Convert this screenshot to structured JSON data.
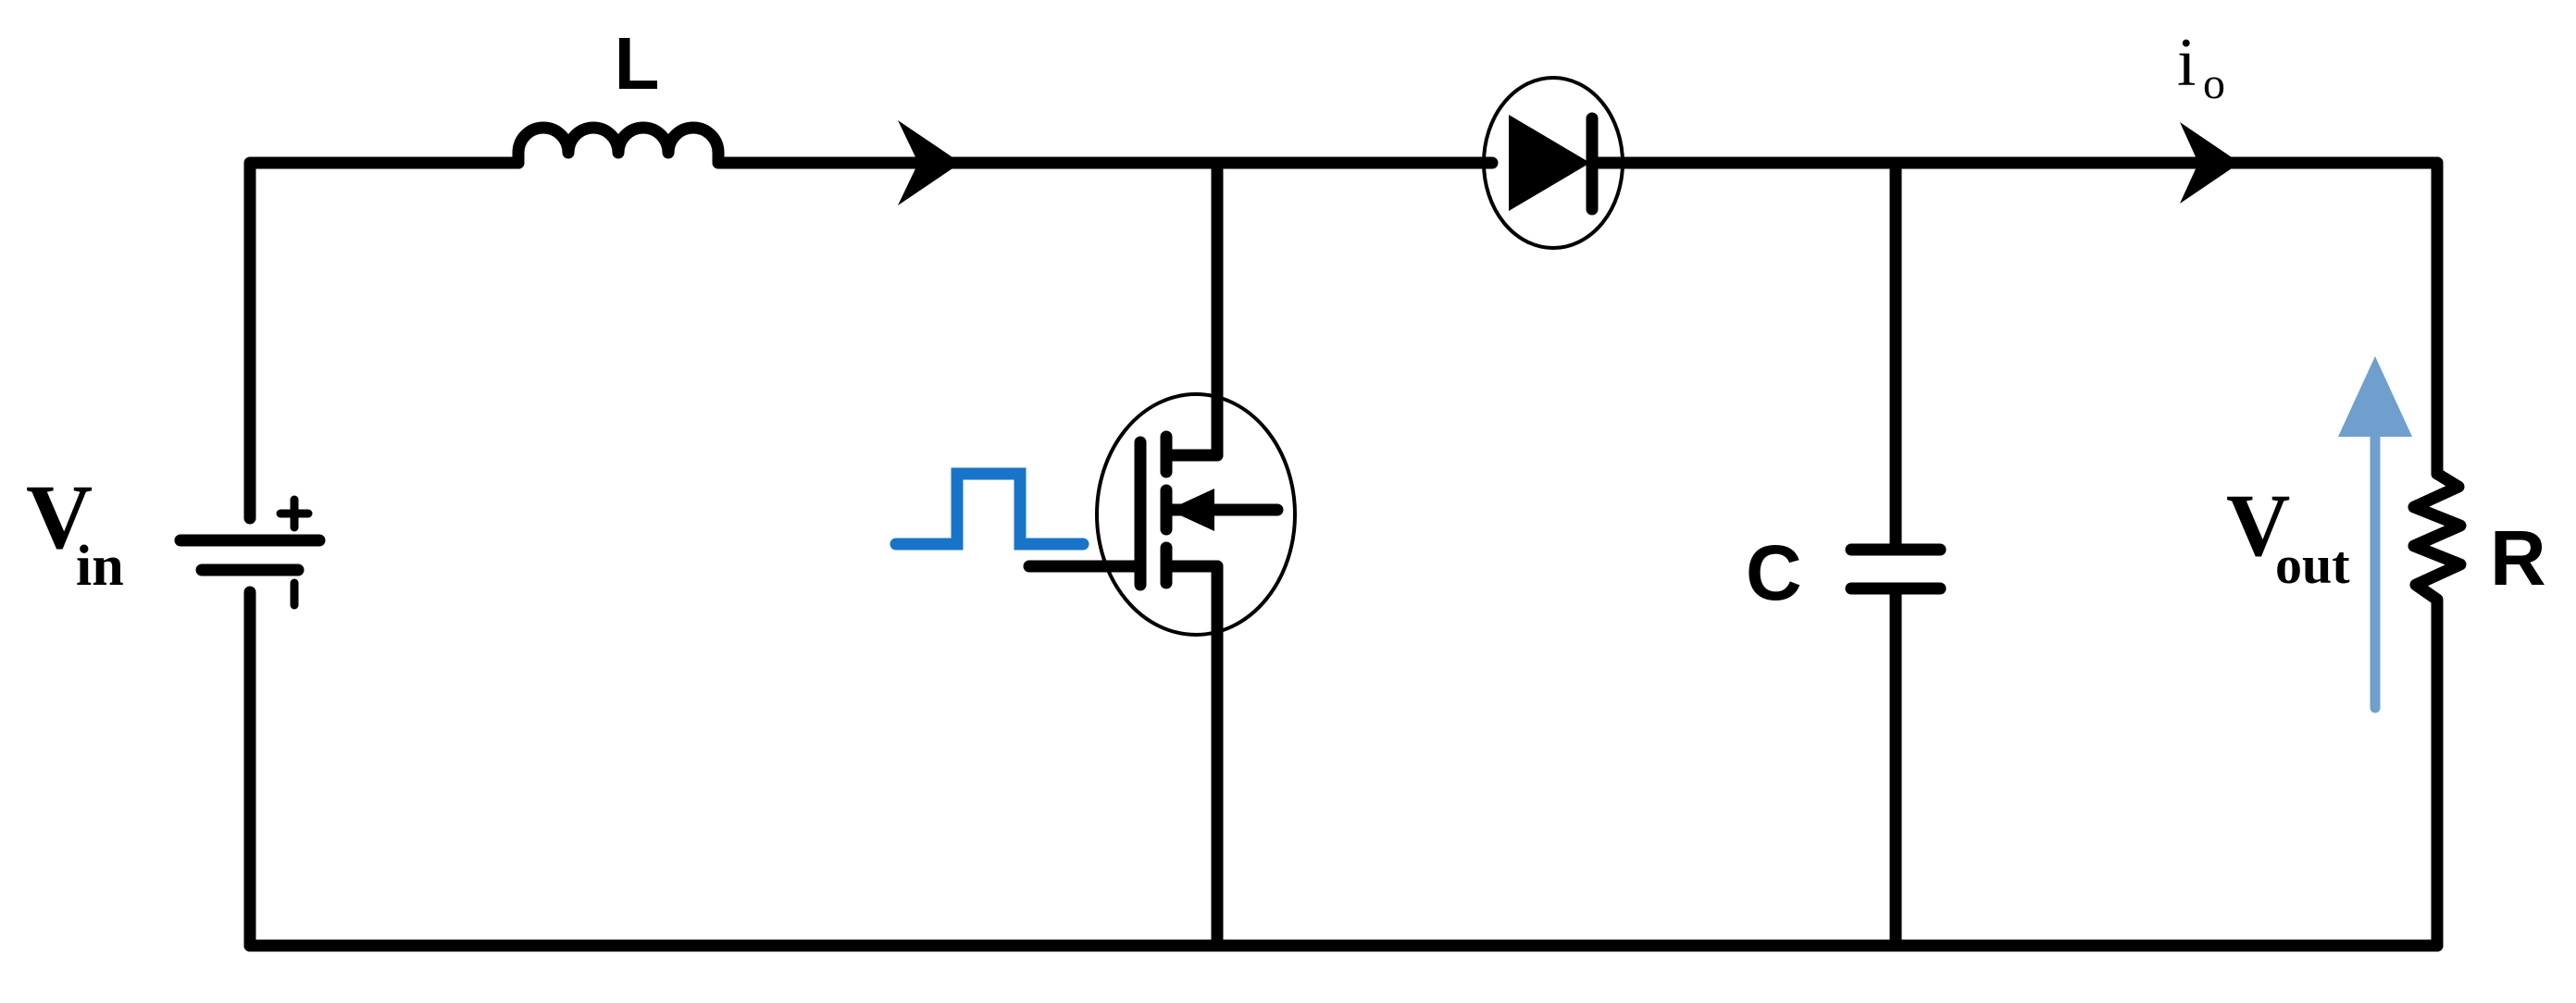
{
  "labels": {
    "inductor": "L",
    "output_current": "i",
    "output_current_sub": "o",
    "input_voltage": "V",
    "input_voltage_sub": "in",
    "capacitor": "C",
    "output_voltage": "V",
    "output_voltage_sub": "out",
    "resistor": "R",
    "battery_plus": "+"
  },
  "colors": {
    "wire": "#000000",
    "gate_pulse": "#1874c8",
    "voltage_arrow": "#6f9fcc"
  },
  "icons": {
    "gate_signal": "square-pulse-icon",
    "voltage_direction": "arrow-up-icon",
    "current_direction": "arrow-right-icon"
  }
}
